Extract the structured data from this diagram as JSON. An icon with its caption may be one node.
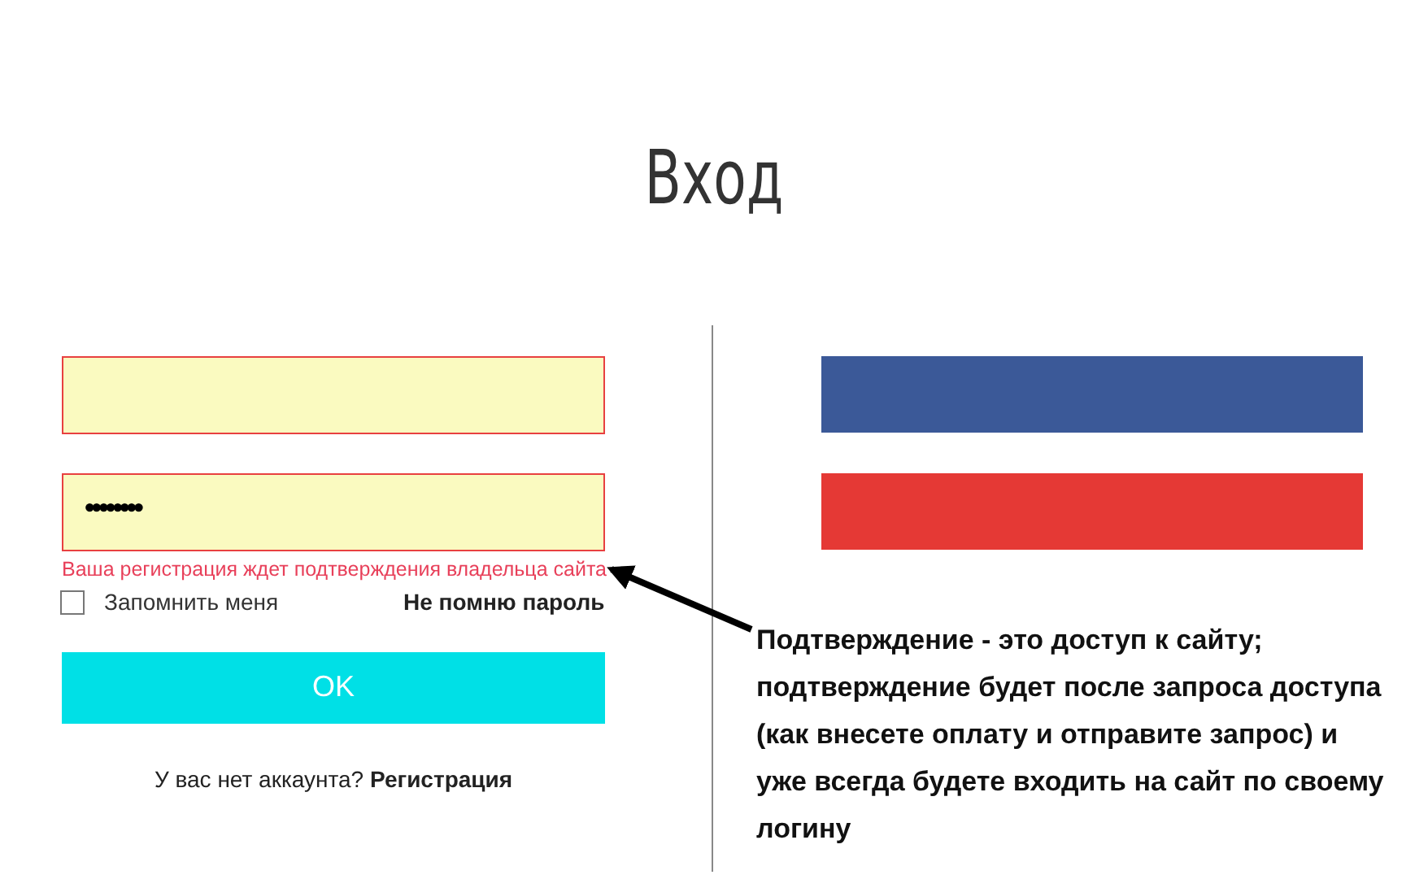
{
  "diagram": {
    "title": "Вход",
    "nodes": [
      {
        "text": [
          "Ваша регистрация ждет подтверждения владельца сайта"
        ]
      },
      {
        "text": [
          "Подтверждение - это доступ к сайту; подтверждение будет после запроса доступа (как внесете оплату и отправите запрос) и уже всегда будете входить на сайт по своему логину"
        ]
      }
    ],
    "edges": [
      {
        "from": 1,
        "to": 0,
        "arrow": "to"
      }
    ],
    "labels": [
      "••••••••",
      "Запомнить меня",
      "Не помню пароль",
      "OK",
      "У вас нет аккаунта? **Регистрация**"
    ]
  }
}
